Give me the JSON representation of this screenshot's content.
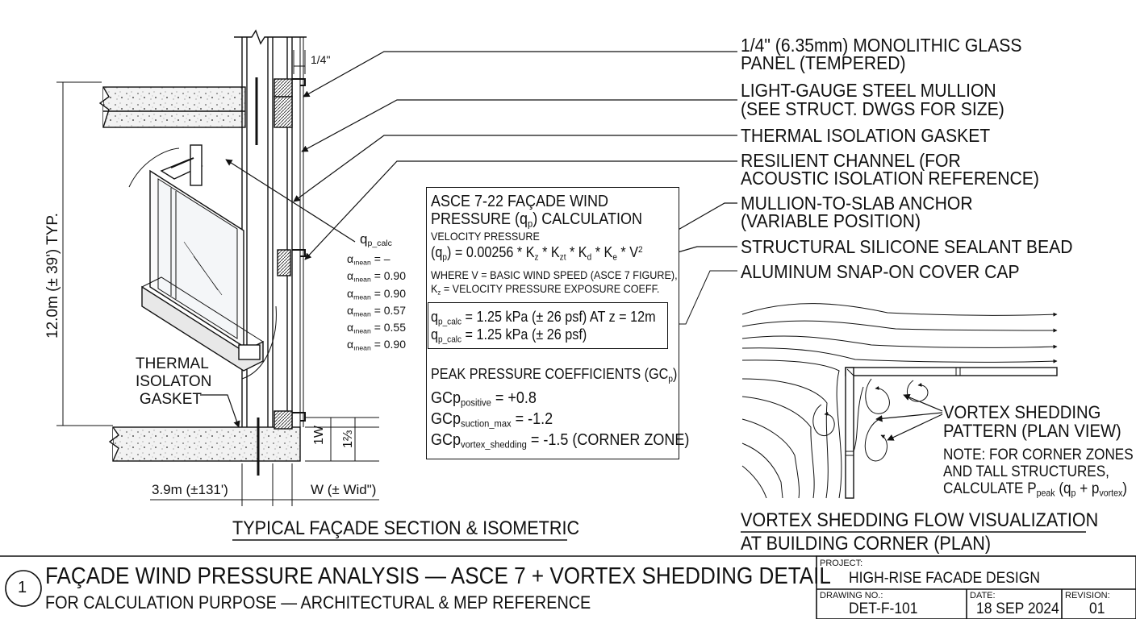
{
  "callouts": [
    "1/4\" (6.35mm) MONOLITHIC GLASS",
    "PANEL (TEMPERED)",
    "LIGHT-GAUGE STEEL MULLION",
    "(SEE STRUCT. DWGS FOR SIZE)",
    "THERMAL ISOLATION GASKET",
    "RESILIENT CHANNEL (FOR",
    "ACOUSTIC ISOLATION REFERENCE)",
    "MULLION-TO-SLAB ANCHOR",
    "(VARIABLE POSITION)",
    "STRUCTURAL SILICONE SEALANT BEAD",
    "ALUMINUM SNAP-ON COVER CAP"
  ],
  "section": {
    "glass_dim": "1/4\"",
    "height_dim": "12.0m (± 39') TYP.",
    "gasket_label": [
      "THERMAL",
      "ISOLATON",
      "GASKET"
    ],
    "bottom_dim": "3.9m (±131')",
    "width_dim": "W (± Wid\")",
    "dim_1w": "1W",
    "dim_12": "1⅔",
    "q_label": "p_calc",
    "alpha_sub": [
      "ınean",
      "ınean",
      "mean",
      "mean",
      "ınean",
      "ınean"
    ],
    "alpha_values": [
      "= –",
      "= 0.90",
      "= 0.90",
      "= 0.57",
      "= 0.55",
      "= 0.90"
    ],
    "caption": "TYPICAL FAÇADE SECTION & ISOMETRIC"
  },
  "calc": {
    "title_1": "ASCE 7-22 FAÇADE WIND",
    "title_2a": "PRESSURE (q",
    "title_2sub": "p",
    "title_2b": ") CALCULATION",
    "velocity_label": "VELOCITY PRESSURE",
    "formula": "(q<sub>p</sub>) = 0.00256 * K<sub>z</sub> * K<sub>zt</sub> * K<sub>d</sub> * K<sub>e</sub> * V<sup>2</sup>",
    "where_1": "WHERE V = BASIC WIND SPEED (ASCE 7 FIGURE),",
    "where_2": "K<sub>z</sub> = VELOCITY PRESSURE EXPOSURE COEFF.",
    "result_1": "q<sub>p_calc</sub> = 1.25 kPa (± 26 psf) AT z = 12m",
    "result_2": "q<sub>p_calc</sub> = 1.25 kPa (± 26 psf)",
    "peak_title": "PEAK PRESSURE COEFFICIENTS (GC<sub>p</sub>)",
    "gcp_1": "GCp<sub>positive</sub> = +0.8",
    "gcp_2": "GCp<sub>suction_max</sub> = -1.2",
    "gcp_3": "GCp<sub>vortex_shedding</sub> = -1.5 (CORNER ZONE)"
  },
  "vortex": {
    "label_1": "VORTEX SHEDDING",
    "label_2": "PATTERN (PLAN VIEW)",
    "note_1": "NOTE: FOR CORNER ZONES",
    "note_2": "AND TALL STRUCTURES,",
    "note_3": "CALCULATE P<sub>peak</sub> (q<sub>p</sub> + p<sub>vortex</sub>)",
    "caption_1": "VORTEX SHEDDING FLOW VISUALIZATION",
    "caption_2": "AT BUILDING CORNER (PLAN)"
  },
  "title_block": {
    "number": "1",
    "title": "FAÇADE WIND PRESSURE ANALYSIS — ASCE 7 + VORTEX SHEDDING DETAIL",
    "subtitle": "FOR CALCULATION PURPOSE — ARCHITECTURAL & MEP REFERENCE",
    "project_label": "PROJECT:",
    "project": "HIGH-RISE FACADE DESIGN",
    "drawing_no_label": "DRAWING NO.:",
    "drawing_no": "DET-F-101",
    "date_label": "DATE:",
    "date": "18 SEP 2024",
    "revision_label": "REVISION:",
    "revision": "01"
  }
}
